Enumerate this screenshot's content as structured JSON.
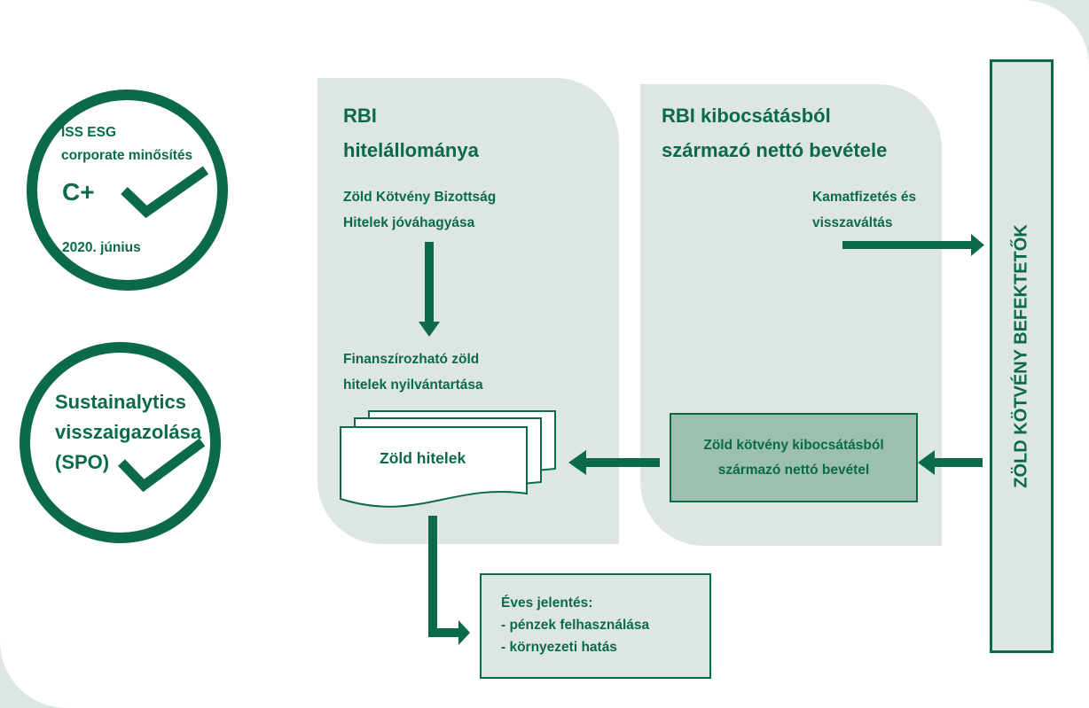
{
  "iss": {
    "line1": "ISS ESG",
    "line2": "corporate minősítés",
    "rating": "C+",
    "date": "2020. június"
  },
  "sustainalytics": {
    "line1": "Sustainalytics",
    "line2": "visszaigazolása",
    "line3": "(SPO)"
  },
  "panel_left": {
    "title_line1": "RBI",
    "title_line2": "hitelállománya",
    "approval_line1": "Zöld Kötvény Bizottság",
    "approval_line2": "Hitelek jóváhagyása",
    "register_line1": "Finanszírozható zöld",
    "register_line2": "hitelek nyilvántartása",
    "green_loans": "Zöld hitelek"
  },
  "panel_right": {
    "title_line1": "RBI kibocsátásból",
    "title_line2": "származó nettó bevétele",
    "payment_line1": "Kamatfizetés és",
    "payment_line2": "visszaváltás",
    "proceeds_line1": "Zöld kötvény kibocsátásból",
    "proceeds_line2": "származó nettó bevétel"
  },
  "investors": "ZÖLD KÖTVÉNY BEFEKTETŐK",
  "report": {
    "title": "Éves jelentés:",
    "item1": "- pénzek felhasználása",
    "item2": "- környezeti hatás"
  },
  "colors": {
    "primary_green": "#0b6b48",
    "panel_grey": "#dde6e2",
    "proceeds_box": "#9cc0b0"
  }
}
